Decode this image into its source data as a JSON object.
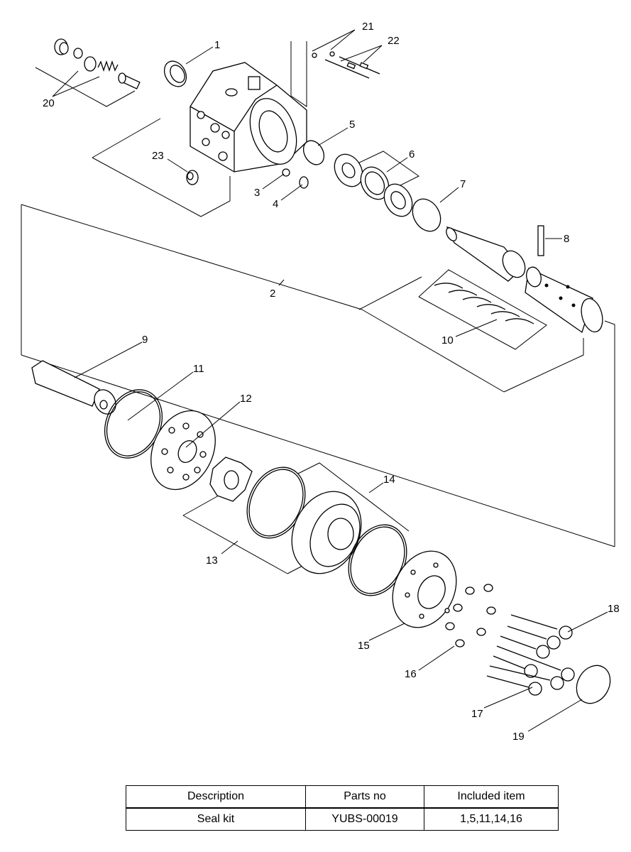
{
  "callouts": [
    "1",
    "2",
    "3",
    "4",
    "5",
    "6",
    "7",
    "8",
    "9",
    "10",
    "11",
    "12",
    "13",
    "14",
    "15",
    "16",
    "17",
    "18",
    "19",
    "20",
    "21",
    "22",
    "23"
  ],
  "table": {
    "headers": [
      "Description",
      "Parts no",
      "Included item"
    ],
    "rows": [
      [
        "Seal kit",
        "YUBS-00019",
        "1,5,11,14,16"
      ]
    ]
  }
}
